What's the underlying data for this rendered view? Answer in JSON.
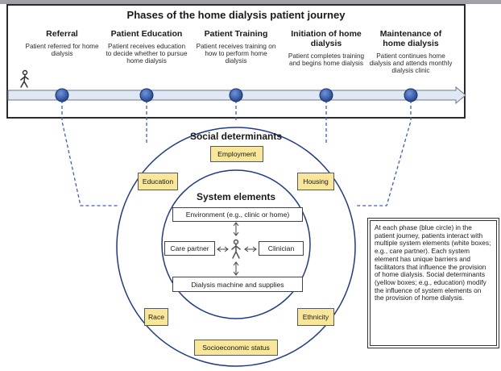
{
  "journey": {
    "title": "Phases of the home dialysis patient journey",
    "phases": [
      {
        "name": "Referral",
        "desc": "Patient referred for home dialysis"
      },
      {
        "name": "Patient Education",
        "desc": "Patient receives education to decide whether to pursue home dialysis"
      },
      {
        "name": "Patient Training",
        "desc": "Patient receives training on how to perform home dialysis"
      },
      {
        "name": "Initiation of home dialysis",
        "desc": "Patient completes training and begins home dialysis"
      },
      {
        "name": "Maintenance of home dialysis",
        "desc": "Patient continues home dialysis and attends monthly dialysis clinic"
      }
    ]
  },
  "social_determinants": {
    "title": "Social determinants",
    "items": [
      "Employment",
      "Education",
      "Housing",
      "Race",
      "Ethnicity",
      "Socioeconomic status"
    ]
  },
  "system_elements": {
    "title": "System elements",
    "environment": "Environment (e.g., clinic or home)",
    "care_partner": "Care partner",
    "clinician": "Clinician",
    "machine": "Dialysis machine and supplies"
  },
  "note": "At each phase (blue circle) in the patient journey, patients interact with multiple system elements (white boxes; e.g., care partner). Each system element has unique barriers and facilitators that influence the provision of home dialysis. Social determinants (yellow boxes; e.g., education) modify the influence of system elements on the provision of home dialysis.",
  "colors": {
    "phase_dot": "#2f56a8",
    "connector": "#3b5fbf",
    "yellow_box": "#f8e69a",
    "arrow_fill": "#dfe8f3"
  },
  "icons": {
    "patient": "walking-person-icon",
    "center_patient": "person-figure-icon"
  }
}
